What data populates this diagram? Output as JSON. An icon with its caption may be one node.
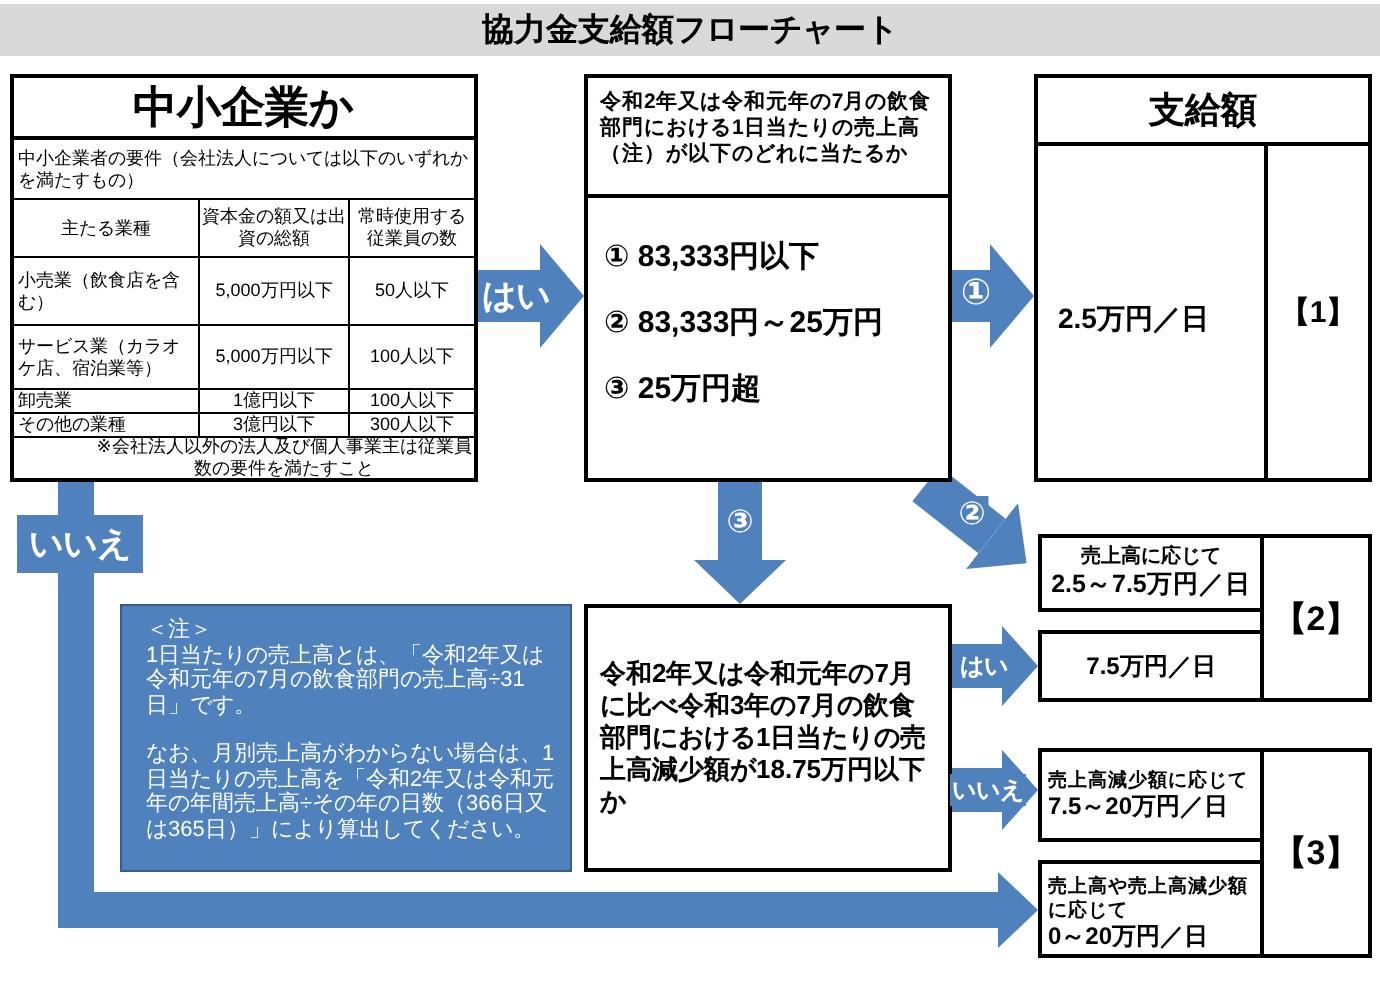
{
  "diagram": {
    "title": "協力金支給額フローチャート",
    "nodes": [
      {
        "text": [
          "中小企業か"
        ]
      },
      {
        "text": [
          "令和2年又は令和元年の7月の飲食部門における1日当たりの売上高（注）が以下のどれに当たるか",
          "① 83,333円以下",
          "② 83,333円～25万円",
          "③ 25万円超"
        ]
      },
      {
        "text": [
          "支給額",
          "2.5万円／日",
          "【1】"
        ]
      },
      {
        "text": [
          "売上高に応じて",
          "2.5～7.5万円／日"
        ]
      },
      {
        "text": [
          "7.5万円／日"
        ]
      },
      {
        "text": [
          "【2】"
        ]
      },
      {
        "text": [
          "＜注＞",
          "1日当たりの売上高とは、「令和2年又は令和元年の7月の飲食部門の売上高÷31日」です。",
          "なお、月別売上高がわからない場合は、1日当たりの売上高を「令和2年又は令和元年の年間売上高÷その年の日数（366日又は365日）」により算出してください。"
        ]
      },
      {
        "text": [
          "令和2年又は令和元年の7月に比べ令和3年の7月の飲食部門における1日当たりの売上高減少額が18.75万円以下か"
        ]
      },
      {
        "text": [
          "売上高減少額に応じて",
          "7.5～20万円／日"
        ]
      },
      {
        "text": [
          "【3】"
        ]
      },
      {
        "text": [
          "売上高や売上高減少額に応じて",
          "0～20万円／日"
        ]
      }
    ],
    "edges": [
      {
        "from": 0,
        "to": 1,
        "arrow": "to",
        "label": "はい"
      },
      {
        "from": 0,
        "to": 10,
        "arrow": "to",
        "label": "いいえ"
      },
      {
        "from": 1,
        "to": 2,
        "arrow": "to",
        "label": "①"
      },
      {
        "from": 1,
        "to": 3,
        "arrow": "to",
        "label": "②"
      },
      {
        "from": 1,
        "to": 7,
        "arrow": "to",
        "label": "③"
      },
      {
        "from": 7,
        "to": 4,
        "arrow": "to",
        "label": "はい"
      },
      {
        "from": 7,
        "to": 8,
        "arrow": "to",
        "label": "いいえ"
      }
    ],
    "labels": [
      "中小企業者の要件（会社法人については以下のいずれかを満たすもの）",
      "主たる業種",
      "資本金の額又は出資の総額",
      "常時使用する従業員の数",
      "小売業（飲食店を含む）",
      "5,000万円以下",
      "50人以下",
      "サービス業（カラオケ店、宿泊業等）",
      "5,000万円以下",
      "100人以下",
      "卸売業",
      "1億円以下",
      "100人以下",
      "その他の業種",
      "3億円以下",
      "300人以下",
      "※会社法人以外の法人及び個人事業主は従業員数の要件を満たすこと"
    ]
  }
}
